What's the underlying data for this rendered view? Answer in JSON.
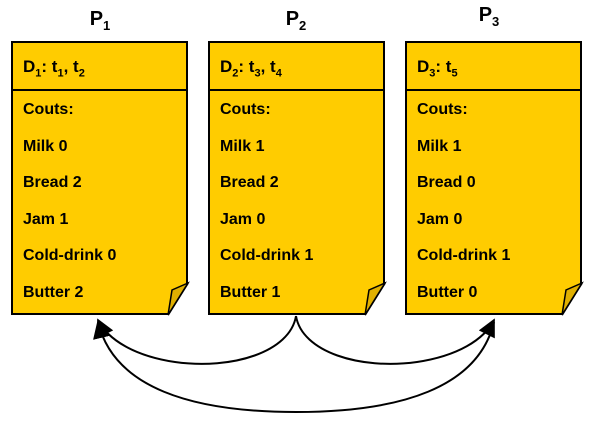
{
  "processes": [
    {
      "title_base": "P",
      "title_sub": "1",
      "dataset": {
        "base": "D",
        "sub": "1",
        "sep": ": ",
        "items": [
          {
            "base": "t",
            "sub": "1"
          },
          {
            "base": "t",
            "sub": "2"
          }
        ]
      },
      "counts_label": "Couts:",
      "rows": [
        "Milk 0",
        "Bread 2",
        "Jam 1",
        "Cold-drink 0",
        "Butter 2"
      ]
    },
    {
      "title_base": "P",
      "title_sub": "2",
      "dataset": {
        "base": "D",
        "sub": "2",
        "sep": ": ",
        "items": [
          {
            "base": "t",
            "sub": "3"
          },
          {
            "base": "t",
            "sub": "4"
          }
        ]
      },
      "counts_label": "Couts:",
      "rows": [
        "Milk 1",
        "Bread 2",
        "Jam 0",
        "Cold-drink 1",
        "Butter 1"
      ]
    },
    {
      "title_base": "P",
      "title_sub": "3",
      "dataset": {
        "base": "D",
        "sub": "3",
        "sep": ": ",
        "items": [
          {
            "base": "t",
            "sub": "5"
          }
        ]
      },
      "counts_label": "Couts:",
      "rows": [
        "Milk 1",
        "Bread 0",
        "Jam 0",
        "Cold-drink 1",
        "Butter 0"
      ]
    }
  ],
  "colors": {
    "card_fill": "#ffcc00",
    "fold_fill": "#e0b000",
    "stroke": "#000000"
  }
}
